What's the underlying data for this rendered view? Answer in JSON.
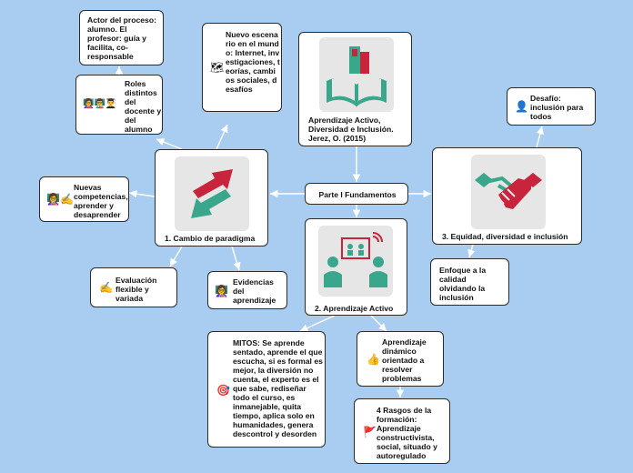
{
  "nodes": {
    "center": "Parte I Fundamentos",
    "book": "Aprendizaje Activo, Diversidad e Inclusión. Jerez, O. (2015)",
    "cambio": "1. Cambio de paradigma",
    "aprendizaje": "2. Aprendizaje Activo",
    "equidad": "3. Equidad, diversidad e inclusión",
    "actor": "Actor del proceso: alumno. El profesor: guía y facilita, co-responsable",
    "roles": "Roles distintos del docente y del alumno",
    "nuevo": "Nuevo escenario en el mundo: Internet, investigaciones, teorías, cambios sociales, desafíos",
    "competencias": "Nuevas competencias, aprender y desaprender",
    "evaluacion": "Evaluación flexible y variada",
    "evidencias": "Evidencias del aprendizaje",
    "desafio": "Desafío: inclusión para todos",
    "enfoque": "Enfoque a la calidad olvidando la inclusión",
    "mitos": "MITOS: Se aprende sentado, aprende el que escucha, si es formal es mejor, la diversión no cuenta, el experto es el que sabe, rediseñar todo el curso, es inmanejable, quita tiempo, aplica solo en humanidades, genera descontrol y desorden",
    "dinamico": "Aprendizaje dinámico orientado a resolver problemas",
    "rasgos": "4 Rasgos de la formación: Aprendizaje constructivista, social, situado y autoregulado"
  },
  "icons": {
    "roles": "teachers-students-icon",
    "nuevo": "world-map-icon",
    "competencias": "teacher-writing-icon",
    "evaluacion": "writing-hand-icon",
    "evidencias": "teacher-icon",
    "desafio": "person-silhouette-icon",
    "mitos": "target-icon",
    "dinamico": "thumbs-up-icon",
    "rasgos": "red-flag-icon"
  },
  "colors": {
    "background": "#a9cdf1",
    "red": "#c8243c",
    "teal": "#3aa68c",
    "line": "#ffffff"
  }
}
